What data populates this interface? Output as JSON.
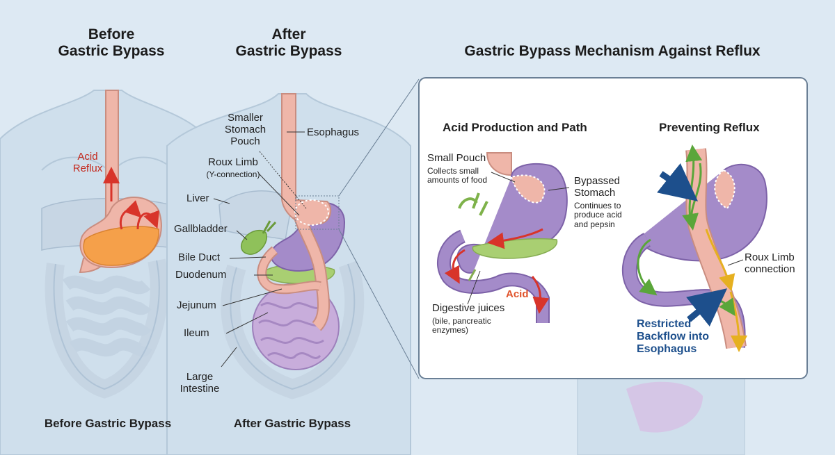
{
  "titles": {
    "before": "Before\nGastric Bypass",
    "after": "After\nGastric Bypass",
    "mechanism": "Gastric Bypass Mechanism Against Reflux"
  },
  "captions": {
    "before": "Before Gastric Bypass",
    "after": "After Gastric Bypass"
  },
  "before_labels": {
    "acid_reflux": "Acid\nReflux"
  },
  "after_labels": {
    "pouch": "Smaller\nStomach\nPouch",
    "esophagus": "Esophagus",
    "roux_limb": "Roux Limb",
    "roux_limb_sub": "(Y-connection)",
    "liver": "Liver",
    "gallbladder": "Gallbladder",
    "bile_duct": "Bile Duct",
    "duodenum": "Duodenum",
    "jejunum": "Jejunum",
    "ileum": "Ileum",
    "large_intestine": "Large\nIntestine"
  },
  "panel": {
    "left_title": "Acid Production and Path",
    "right_title": "Preventing Reflux",
    "small_pouch": "Small Pouch",
    "small_pouch_sub": "Collects small\namounts of food",
    "bypassed_stomach": "Bypassed\nStomach",
    "bypassed_stomach_sub": "Continues to\nproduce acid\nand pepsin",
    "acid": "Acid",
    "digestive_juices": "Digestive juices",
    "digestive_juices_sub": "(bile, pancreatic\nenzymes)",
    "roux_limb_connection": "Roux Limb\nconnection",
    "restricted": "Restricted\nBackflow into\nEsophagus"
  },
  "colors": {
    "background": "#dde9f3",
    "esophagus": "#efb6a9",
    "stomach_purple": "#a48bc9",
    "acid_orange": "#f5a04a",
    "arrow_red": "#d8342a",
    "arrow_green": "#6cb548",
    "arrow_yellow": "#f2c230",
    "arrow_navy": "#1d4f8c"
  }
}
